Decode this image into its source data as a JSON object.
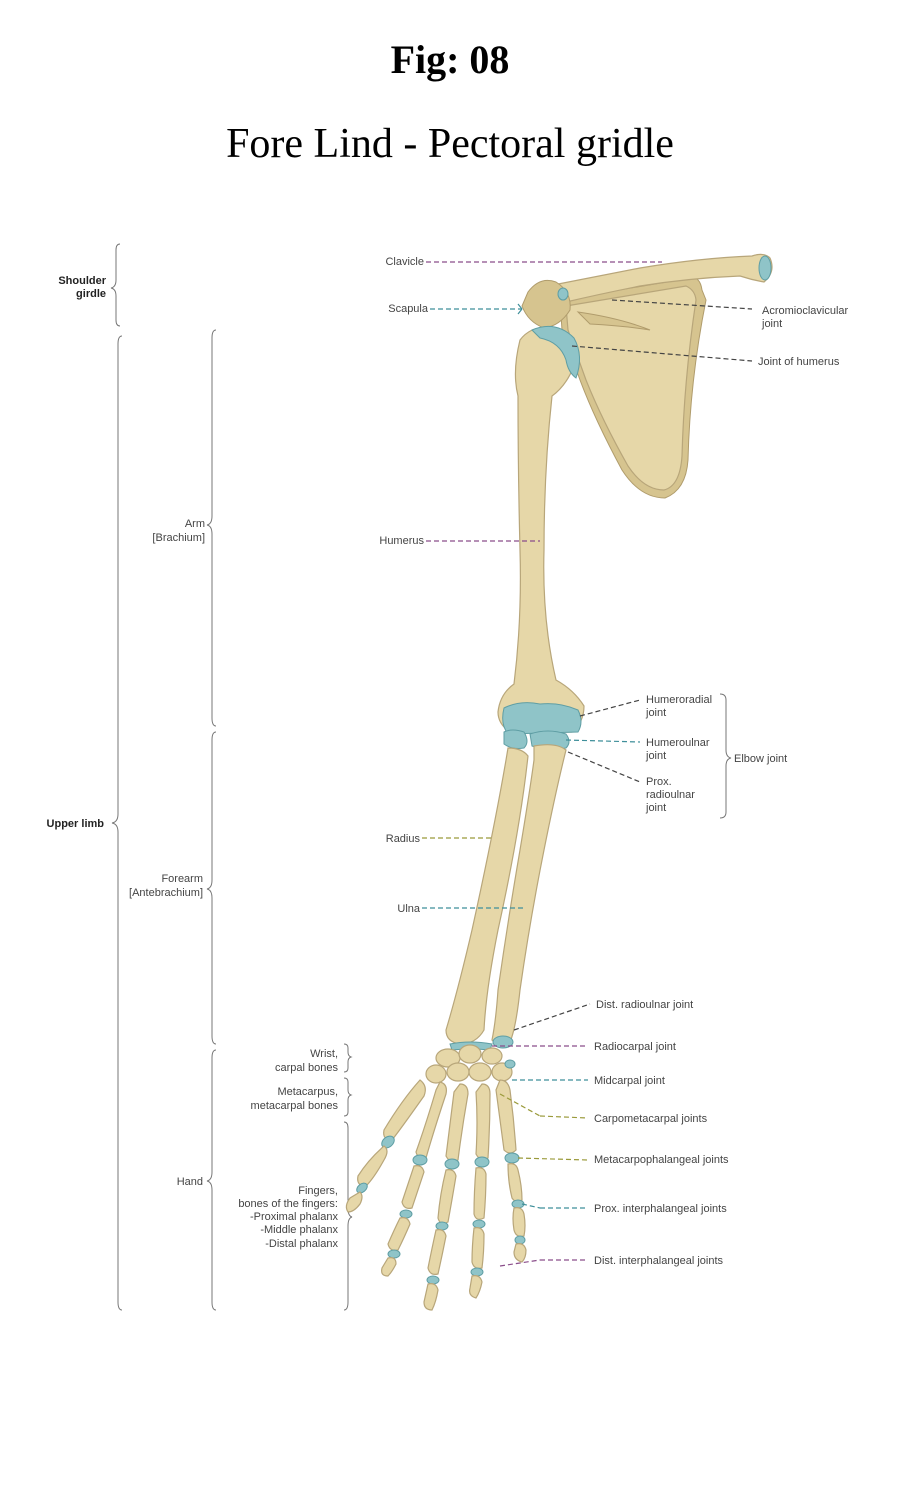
{
  "header": {
    "fig_number": "Fig: 08",
    "title": "Fore Lind - Pectoral gridle"
  },
  "regions": {
    "shoulder_girdle": [
      "Shoulder",
      "girdle"
    ],
    "upper_limb": "Upper limb",
    "arm": [
      "Arm",
      "[Brachium]"
    ],
    "forearm": [
      "Forearm",
      "[Antebrachium]"
    ],
    "hand": "Hand",
    "wrist": [
      "Wrist,",
      "carpal bones"
    ],
    "metacarpus": [
      "Metacarpus,",
      "metacarpal bones"
    ],
    "fingers": [
      "Fingers,",
      "bones of the fingers:",
      "-Proximal phalanx",
      "-Middle phalanx",
      "-Distal phalanx"
    ]
  },
  "left_labels": {
    "clavicle": "Clavicle",
    "scapula": "Scapula",
    "humerus": "Humerus",
    "radius": "Radius",
    "ulna": "Ulna"
  },
  "right_labels": {
    "acromioclavicular": [
      "Acromioclavicular",
      "joint"
    ],
    "joint_humerus": "Joint of humerus",
    "humeroradial": [
      "Humeroradial",
      "joint"
    ],
    "humeroulnar": [
      "Humeroulnar",
      "joint"
    ],
    "prox_radioulnar": [
      "Prox.",
      "radioulnar",
      "joint"
    ],
    "elbow": "Elbow joint",
    "dist_radioulnar": "Dist. radioulnar joint",
    "radiocarpal": "Radiocarpal joint",
    "midcarpal": "Midcarpal joint",
    "carpometacarpal": "Carpometacarpal joints",
    "metacarpophalangeal": "Metacarpophalangeal joints",
    "prox_interphalangeal": "Prox. interphalangeal joints",
    "dist_interphalangeal": "Dist. interphalangeal joints"
  },
  "colors": {
    "bone": "#e6d7a8",
    "joint": "#8fc4c8",
    "leader_purple": "#8a4d8a",
    "leader_teal": "#3f8f9a",
    "leader_olive": "#9a9a3a"
  }
}
